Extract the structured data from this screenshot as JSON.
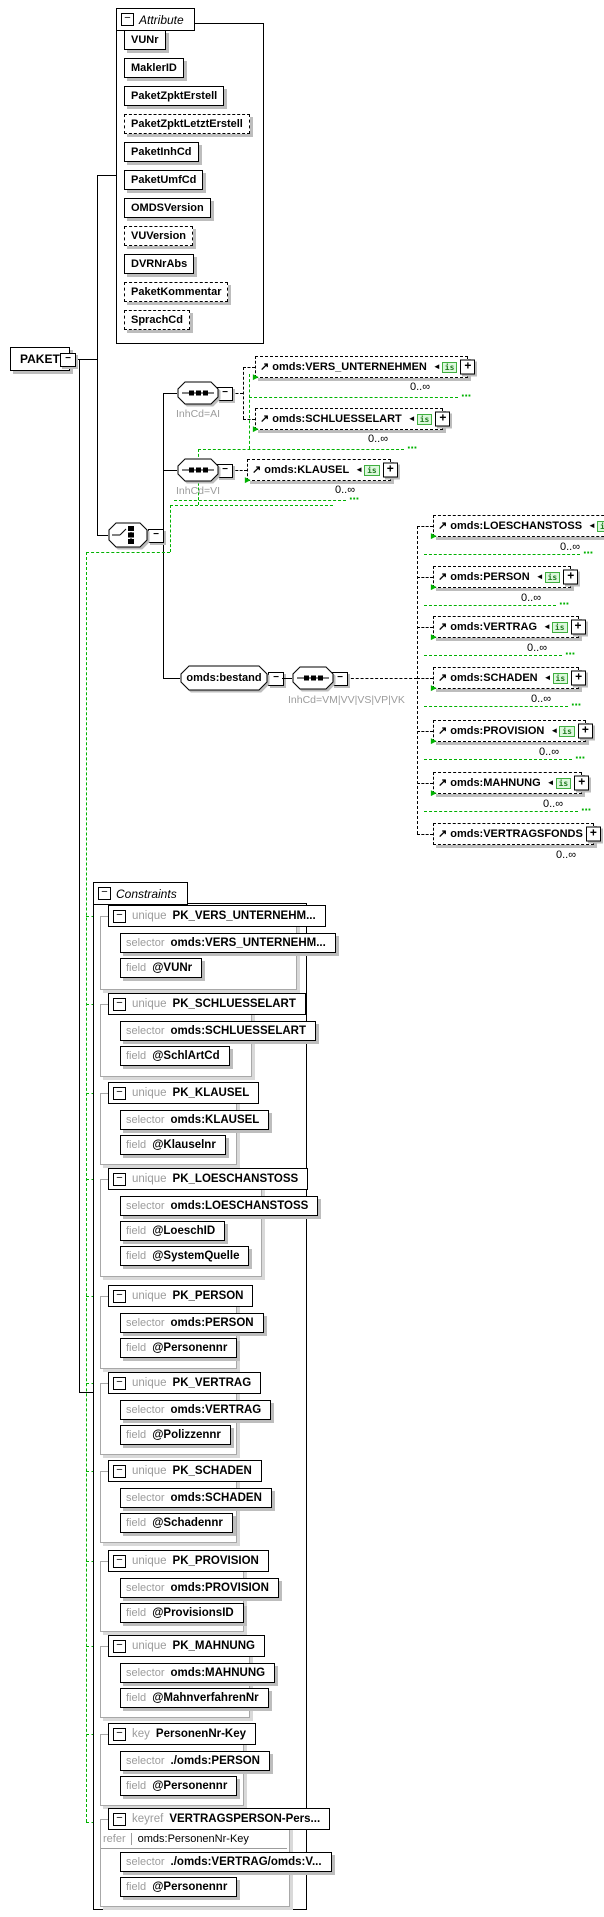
{
  "root": {
    "label": "PAKET"
  },
  "labels": {
    "occurs": "0..∞",
    "is_badge": "is"
  },
  "icons": {
    "collapse": "−",
    "expand": "+",
    "reference_arrow": "↗",
    "is_left_arrow": "◄",
    "entry_arrow": "▶",
    "green_ellipsis": "···"
  },
  "colors": {
    "green": "#00b200",
    "badge_bg": "#dcf8dc",
    "shadow": "#bdbdbd",
    "gray_text": "#9c9c9c"
  },
  "attribute_section": {
    "title": "Attribute",
    "items": [
      {
        "label": "VUNr",
        "optional": false
      },
      {
        "label": "MaklerID",
        "optional": false
      },
      {
        "label": "PaketZpktErstell",
        "optional": false
      },
      {
        "label": "PaketZpktLetztErstell",
        "optional": true
      },
      {
        "label": "PaketInhCd",
        "optional": false
      },
      {
        "label": "PaketUmfCd",
        "optional": false
      },
      {
        "label": "OMDSVersion",
        "optional": false
      },
      {
        "label": "VUVersion",
        "optional": true
      },
      {
        "label": "DVRNrAbs",
        "optional": false
      },
      {
        "label": "PaketKommentar",
        "optional": true
      },
      {
        "label": "SprachCd",
        "optional": true
      }
    ]
  },
  "groups": {
    "ai": {
      "type": "sequence",
      "condition": "InhCd=AI",
      "children": [
        {
          "name": "omds:VERS_UNTERNEHMEN",
          "occurs": "0..∞",
          "is_badge": true
        },
        {
          "name": "omds:SCHLUESSELART",
          "occurs": "0..∞",
          "is_badge": true
        }
      ]
    },
    "vi": {
      "type": "sequence",
      "condition": "InhCd=VI",
      "children": [
        {
          "name": "omds:KLAUSEL",
          "occurs": "0..∞",
          "is_badge": true
        }
      ]
    },
    "bestand": {
      "type": "sequence",
      "name": "omds:bestand",
      "condition": "InhCd=VM|VV|VS|VP|VK",
      "children": [
        {
          "name": "omds:LOESCHANSTOSS",
          "occurs": "0..∞",
          "is_badge": true
        },
        {
          "name": "omds:PERSON",
          "occurs": "0..∞",
          "is_badge": true
        },
        {
          "name": "omds:VERTRAG",
          "occurs": "0..∞",
          "is_badge": true
        },
        {
          "name": "omds:SCHADEN",
          "occurs": "0..∞",
          "is_badge": true
        },
        {
          "name": "omds:PROVISION",
          "occurs": "0..∞",
          "is_badge": true
        },
        {
          "name": "omds:MAHNUNG",
          "occurs": "0..∞",
          "is_badge": true
        },
        {
          "name": "omds:VERTRAGSFONDS",
          "occurs": "0..∞",
          "is_badge": false
        }
      ]
    }
  },
  "constraints_section": {
    "title": "Constraints",
    "row_labels": {
      "selector": "selector",
      "field": "field",
      "refer": "refer"
    },
    "items": [
      {
        "kind": "unique",
        "name": "PK_VERS_UNTERNEHM...",
        "selector": "omds:VERS_UNTERNEHM...",
        "fields": [
          "@VUNr"
        ]
      },
      {
        "kind": "unique",
        "name": "PK_SCHLUESSELART",
        "selector": "omds:SCHLUESSELART",
        "fields": [
          "@SchlArtCd"
        ]
      },
      {
        "kind": "unique",
        "name": "PK_KLAUSEL",
        "selector": "omds:KLAUSEL",
        "fields": [
          "@Klauselnr"
        ]
      },
      {
        "kind": "unique",
        "name": "PK_LOESCHANSTOSS",
        "selector": "omds:LOESCHANSTOSS",
        "fields": [
          "@LoeschID",
          "@SystemQuelle"
        ]
      },
      {
        "kind": "unique",
        "name": "PK_PERSON",
        "selector": "omds:PERSON",
        "fields": [
          "@Personennr"
        ]
      },
      {
        "kind": "unique",
        "name": "PK_VERTRAG",
        "selector": "omds:VERTRAG",
        "fields": [
          "@Polizzennr"
        ]
      },
      {
        "kind": "unique",
        "name": "PK_SCHADEN",
        "selector": "omds:SCHADEN",
        "fields": [
          "@Schadennr"
        ]
      },
      {
        "kind": "unique",
        "name": "PK_PROVISION",
        "selector": "omds:PROVISION",
        "fields": [
          "@ProvisionsID"
        ]
      },
      {
        "kind": "unique",
        "name": "PK_MAHNUNG",
        "selector": "omds:MAHNUNG",
        "fields": [
          "@MahnverfahrenNr"
        ]
      },
      {
        "kind": "key",
        "name": "PersonenNr-Key",
        "selector": "./omds:PERSON",
        "fields": [
          "@Personennr"
        ]
      },
      {
        "kind": "keyref",
        "name": "VERTRAGSPERSON-Pers...",
        "refer": "omds:PersonenNr-Key",
        "selector": "./omds:VERTRAG/omds:V...",
        "fields": [
          "@Personennr"
        ]
      }
    ]
  }
}
